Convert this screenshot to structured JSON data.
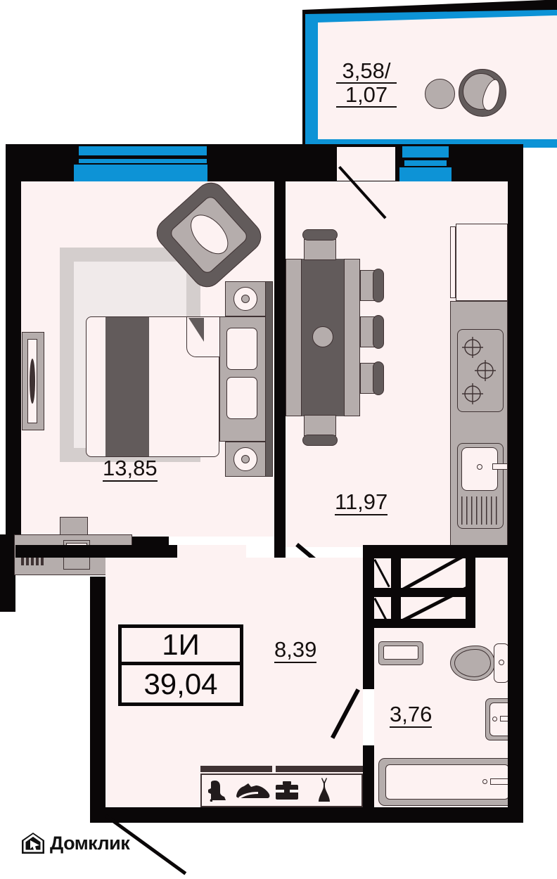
{
  "plan": {
    "kind": "apartment-floor-plan",
    "apartment_code": "1И",
    "total_area": "39,04",
    "colors": {
      "wall": "#0a0708",
      "room_fill": "#fdf2f2",
      "window": "#0d93d6",
      "furniture_mid": "#b5adac",
      "furniture_dark": "#625b5b",
      "furniture_light": "#fdf2f2",
      "rug": "#d4cecd",
      "text": "#16100f"
    }
  },
  "rooms": [
    {
      "name": "balcony",
      "area": "3,58/",
      "area2": "1,07"
    },
    {
      "name": "living-bedroom",
      "area": "13,85"
    },
    {
      "name": "kitchen",
      "area": "11,97"
    },
    {
      "name": "hallway",
      "area": "8,39"
    },
    {
      "name": "bathroom",
      "area": "3,76"
    }
  ],
  "label_box": {
    "code": "1И",
    "area": "39,04"
  },
  "closet_icons": [
    {
      "name": "high-heel-boot-icon",
      "glyph": "boot"
    },
    {
      "name": "sneaker-icon",
      "glyph": "sneaker"
    },
    {
      "name": "briefcase-icon",
      "glyph": "briefcase"
    },
    {
      "name": "dress-icon",
      "glyph": "dress"
    }
  ],
  "brand": {
    "name": "Домклик",
    "logo_icon": "house-cursor-icon"
  }
}
